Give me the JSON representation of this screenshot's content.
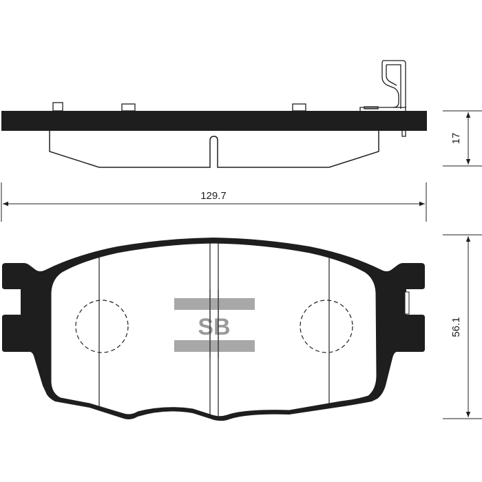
{
  "drawing": {
    "title": "Brake pad technical drawing",
    "colors": {
      "ink": "#1e1e1e",
      "logo_gray": "#a8a8a8",
      "logo_text": "#9a9a9a",
      "background": "#ffffff"
    },
    "dimensions": {
      "length": "129.7",
      "thickness": "17",
      "height": "56.1"
    },
    "logo": {
      "text": "SB"
    },
    "views": {
      "side_view": "side-profile",
      "front_view": "front-face"
    }
  }
}
